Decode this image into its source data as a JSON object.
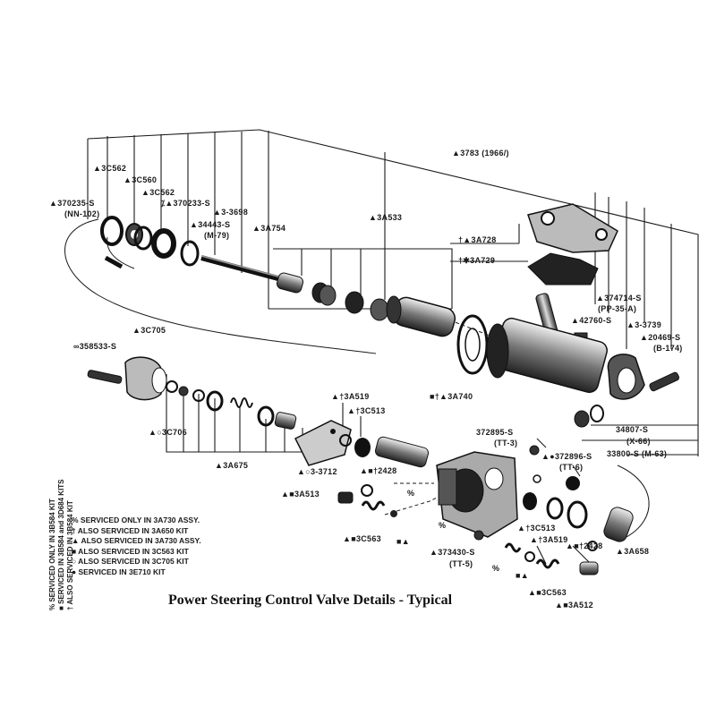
{
  "title": "Power Steering Control Valve Details - Typical",
  "labels": {
    "l3783": "▲3783 (1966/)",
    "l3c562a": "▲3C562",
    "l3c560": "▲3C560",
    "l3c562b": "▲3C562",
    "l370235": "▲370235-S",
    "l370235b": "(NN-102)",
    "l370233": "⁒▲370233-S",
    "l3698": "▲3-3698",
    "l34443": "▲34443-S",
    "l34443b": "(M-79)",
    "l3a754": "▲3A754",
    "l3a533": "▲3A533",
    "l3a728": "†▲3A728",
    "l3a729": "†✱3A729",
    "l374714": "▲374714-S",
    "l374714b": "(PP-35-A)",
    "l42760": "▲42760-S",
    "l33739": "▲3-3739",
    "l20469": "▲20469-S",
    "l20469b": "(B-174)",
    "l3c705": "▲3C705",
    "l358533": "∞358533-S",
    "l3a740": "■†▲3A740",
    "l3a519a": "▲†3A519",
    "l3c513a": "▲†3C513",
    "l3c706": "▲○3C706",
    "l3a675": "▲3A675",
    "l33712": "▲○3-3712",
    "l2428a": "▲■†2428",
    "l3a513": "▲■3A513",
    "l3c563a": "▲■3C563",
    "l372895": "372895-S",
    "l372895b": "(TT-3)",
    "l372896": "▲●372896-S",
    "l372896b": "(TT-6)",
    "l34807": "34807-S",
    "l34807b": "(X-66)",
    "l33800": "33800-S (M-63)",
    "l3c513b": "▲†3C513",
    "l3a519b": "▲†3A519",
    "l2428b": "▲■†2428",
    "l3a658": "▲3A658",
    "l373430": "▲373430-S",
    "l373430b": "(TT-5)",
    "l3c563b": "▲■3C563",
    "l3a512": "▲■3A512",
    "pct1": "%",
    "pct2": "%",
    "pct3": "%",
    "sq1": "■▲",
    "sq2": "■▲"
  },
  "legend": [
    "% SERVICED ONLY IN 3A730 ASSY.",
    "† ALSO SERVICED IN 3A650 KIT",
    "▲ ALSO SERVICED IN 3A730 ASSY.",
    "■ ALSO SERVICED IN 3C563 KIT",
    "○ ALSO SERVICED IN 3C705 KIT",
    "● SERVICED IN 3E710 KIT"
  ],
  "side_notes": [
    "% SERVICED ONLY IN 3B584 KIT",
    "■ SERVICED IN 3B584 and 3D684 KITS",
    "† ALSO SERVICED IN 3B584 KIT"
  ]
}
